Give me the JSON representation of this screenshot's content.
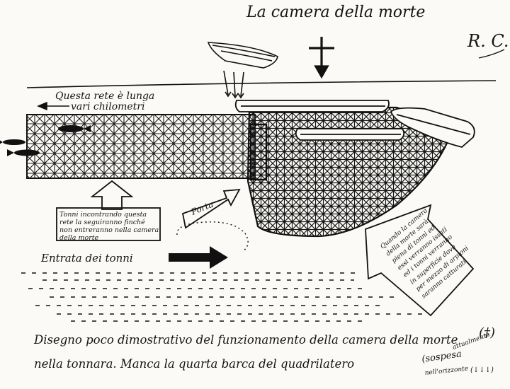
{
  "sketch": {
    "title": "La camera della morte",
    "initials": "R. C.",
    "net_note": [
      "Questa rete è lunga",
      "vari chilometri"
    ],
    "tuna_box": [
      "Tonni incontrando questa",
      "rete la seguiranno finché",
      "non entreranno nella camera",
      "della morte"
    ],
    "door_label": "Porta",
    "entrance_label": "Entrata dei tonni",
    "right_box": [
      "Quando la camera",
      "della morte sarà",
      "piena di tonni ed",
      "essi verranno issati",
      "ed i tonni verranno",
      "in superficie dove",
      "per mezzo di arpioni",
      "saranno catturati."
    ],
    "caption_line1": "Disegno poco dimostrativo del funzionamento della camera della morte",
    "caption_line2": "nella tonnara. Manca la quarta barca del quadrilatero",
    "caption_symbol": "(‡)",
    "caption_note": [
      "attualmente",
      "(sospesa",
      "nell'orizzonte",
      "(↓↓↓)"
    ]
  }
}
